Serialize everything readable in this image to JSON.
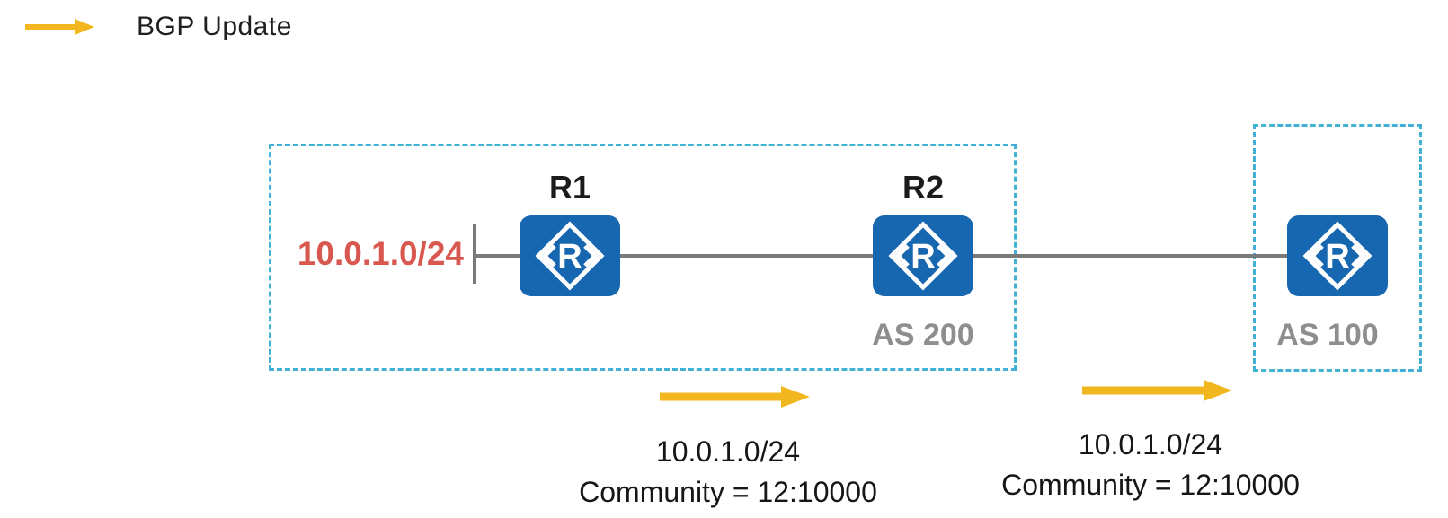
{
  "legend": {
    "label": "BGP Update",
    "arrow_icon": "yellow-right-arrow"
  },
  "colors": {
    "router_blue": "#1766B0",
    "boundary_cyan": "#41B2D6",
    "update_yellow": "#F2B71E",
    "prefix_red": "#D8574F",
    "link_gray": "#7A7A7A",
    "as_label_gray": "#8E8E8E"
  },
  "diagram": {
    "stub_network": {
      "prefix": "10.0.1.0/24"
    },
    "routers": [
      {
        "label": "R1",
        "icon_letter": "R"
      },
      {
        "label": "R2",
        "icon_letter": "R"
      },
      {
        "label": "",
        "icon_letter": "R"
      }
    ],
    "as_boundaries": [
      {
        "label": "AS 200"
      },
      {
        "label": "AS 100"
      }
    ],
    "bgp_updates": [
      {
        "prefix": "10.0.1.0/24",
        "community": "Community = 12:10000"
      },
      {
        "prefix": "10.0.1.0/24",
        "community": "Community = 12:10000"
      }
    ]
  }
}
